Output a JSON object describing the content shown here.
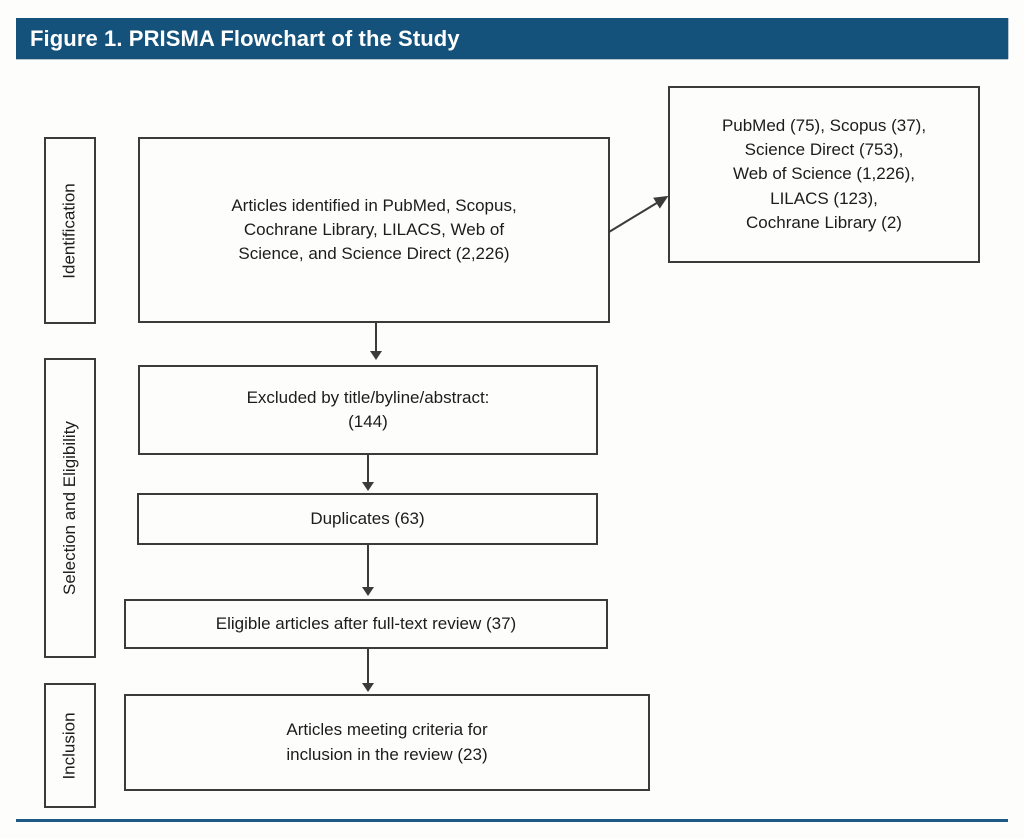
{
  "header": {
    "title": "Figure 1. PRISMA Flowchart of the Study",
    "accent_color": "#14527c"
  },
  "colors": {
    "banner_blue": "#14527c",
    "rule_blue": "#1d5a86",
    "box_border": "#3b3b3b",
    "page_background": "#fdfefb",
    "text": "#1c1c1c"
  },
  "phases": [
    {
      "id": "identification",
      "label": "Identification"
    },
    {
      "id": "selection-eligibility",
      "label": "Selection and Eligibility"
    },
    {
      "id": "inclusion",
      "label": "Inclusion"
    }
  ],
  "flow": {
    "identified": {
      "text": "Articles identified in PubMed, Scopus,\nCochrane Library, LILACS, Web of\nScience, and Science Direct (2,226)",
      "count": "2,226"
    },
    "databases": {
      "text": "PubMed (75), Scopus (37),\nScience Direct (753),\nWeb of Science (1,226),\nLILACS (123),\nCochrane Library (2)",
      "sources": [
        {
          "name": "PubMed",
          "count": "75"
        },
        {
          "name": "Scopus",
          "count": "37"
        },
        {
          "name": "Science Direct",
          "count": "753"
        },
        {
          "name": "Web of Science",
          "count": "1,226"
        },
        {
          "name": "LILACS",
          "count": "123"
        },
        {
          "name": "Cochrane Library",
          "count": "2"
        }
      ]
    },
    "excluded": {
      "text": "Excluded by title/byline/abstract:\n(144)",
      "count": "144"
    },
    "duplicates": {
      "text": "Duplicates (63)",
      "count": "63"
    },
    "eligible": {
      "text": "Eligible articles after full-text review (37)",
      "count": "37"
    },
    "included": {
      "text": "Articles meeting criteria for\ninclusion in the review (23)",
      "count": "23"
    }
  }
}
